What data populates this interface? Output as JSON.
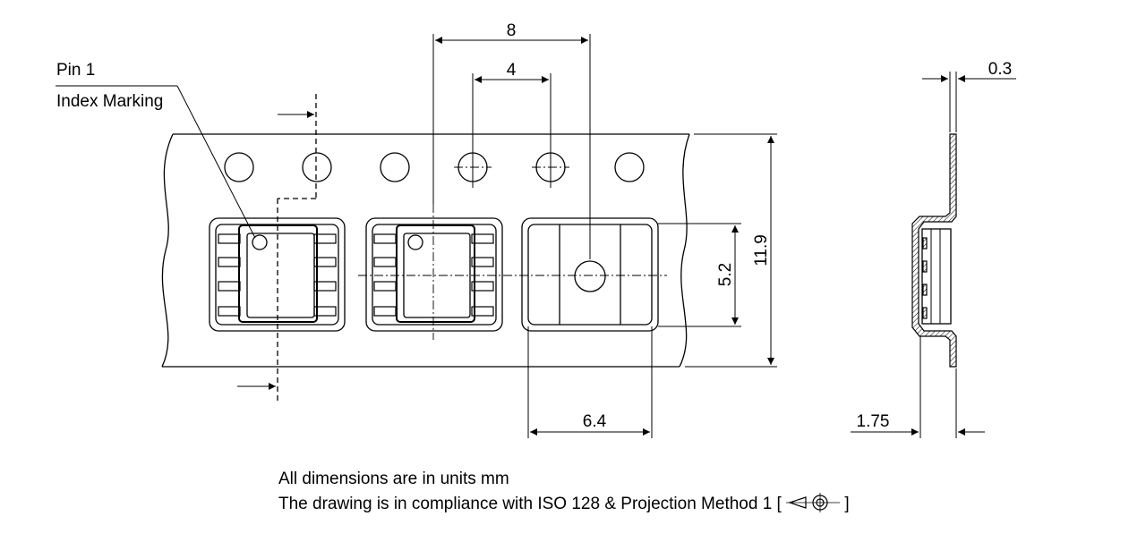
{
  "labels": {
    "pin1": "Pin 1",
    "index_marking": "Index Marking"
  },
  "dimensions": {
    "pitch_sprocket": "8",
    "pitch_component": "4",
    "tape_width": "11.9",
    "pocket_width": "5.2",
    "pocket_length": "6.4",
    "tape_thickness": "0.3",
    "cavity_depth": "1.75"
  },
  "notes": {
    "line1": "All dimensions are in units mm",
    "line2_prefix": "The drawing is in compliance with ISO 128 & Projection Method 1 [",
    "line2_suffix": "]"
  },
  "icons": {
    "projection_symbol": "first-angle-projection-icon"
  }
}
